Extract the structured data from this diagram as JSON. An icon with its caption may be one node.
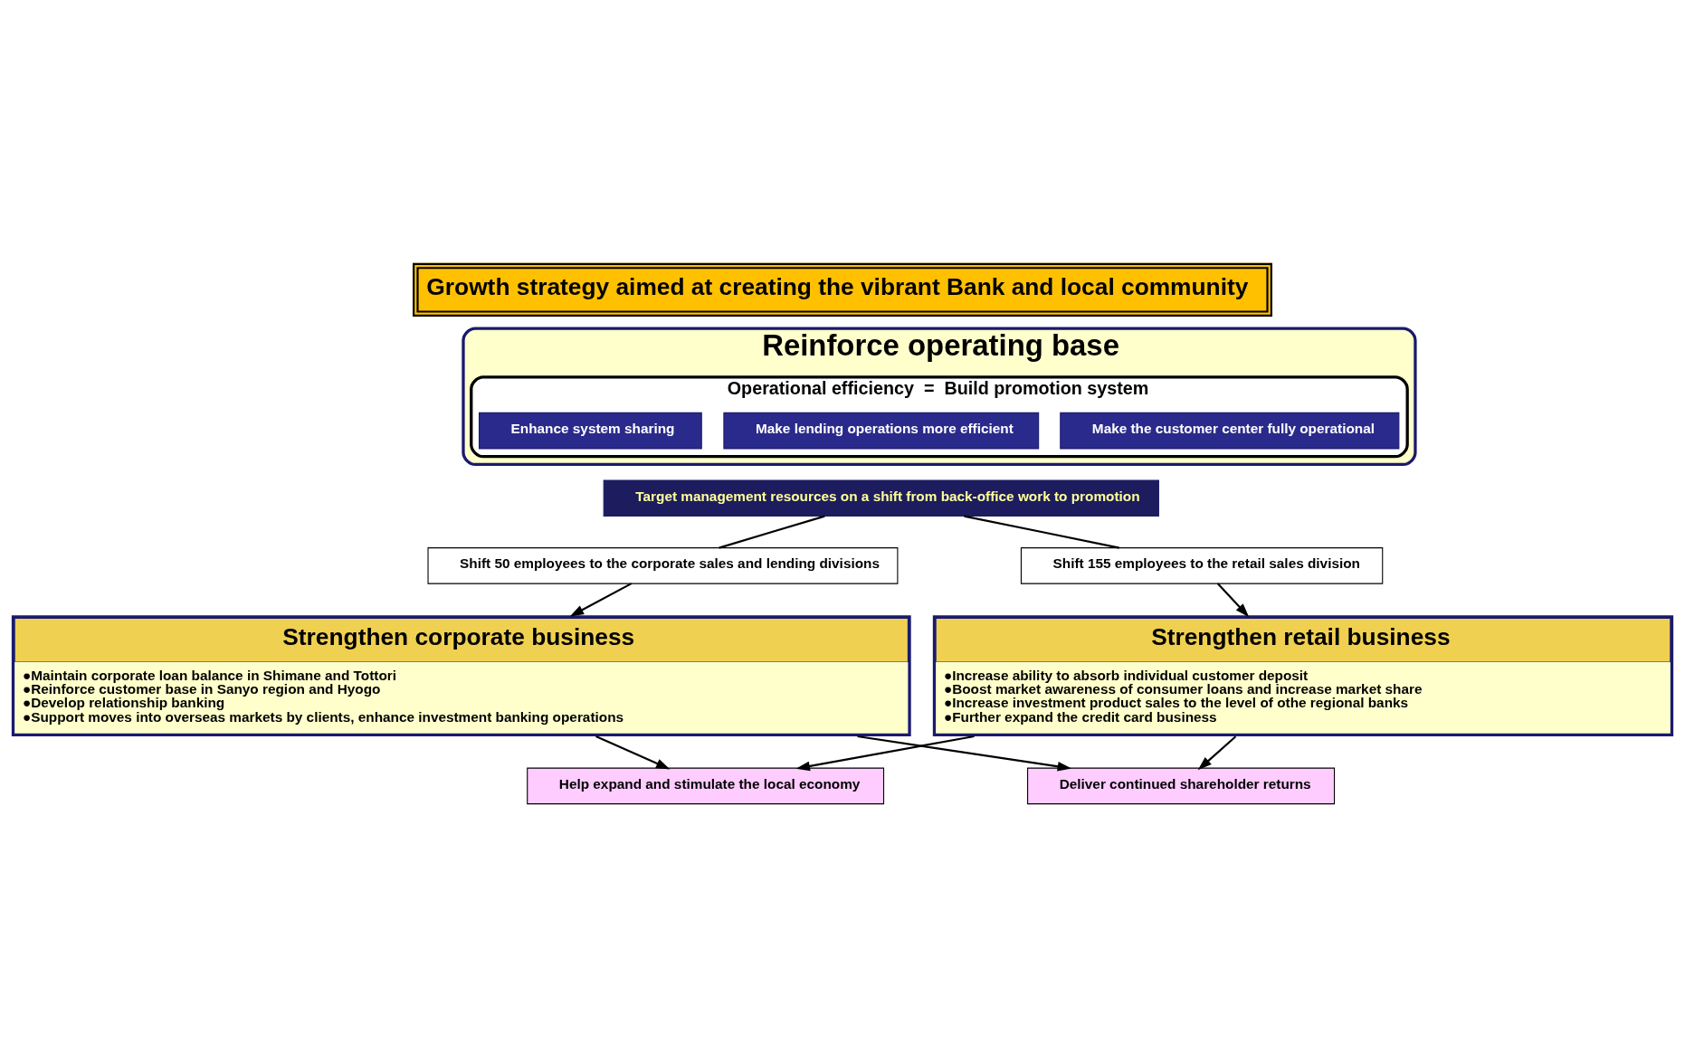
{
  "diagram": {
    "title": "Growth strategy aimed at creating the vibrant Bank and local community",
    "nodes": [
      {
        "text": [
          "Reinforce operating base"
        ]
      },
      {
        "text": [
          "Operational efficiency  =  Build promotion system"
        ],
        "in": 0
      },
      {
        "text": [
          "Enhance system sharing"
        ],
        "in": 1
      },
      {
        "text": [
          "Make lending operations more efficient"
        ],
        "in": 1
      },
      {
        "text": [
          "Make the customer center fully operational"
        ],
        "in": 1
      },
      {
        "text": [
          "Target management resources on a shift from back-office work to promotion"
        ]
      },
      {
        "text": [
          "Shift 50 employees to the corporate sales and lending divisions"
        ]
      },
      {
        "text": [
          "Shift 155 employees to the retail sales division"
        ]
      },
      {
        "text": [
          "Strengthen corporate business",
          "●Maintain corporate loan balance in Shimane and Tottori",
          "●Reinforce customer base in Sanyo region and Hyogo",
          "●Develop relationship banking",
          "●Support moves into overseas markets by clients, enhance investment banking operations"
        ]
      },
      {
        "text": [
          "Strengthen retail business",
          "●Increase ability to absorb individual customer deposit",
          "●Boost market awareness of consumer loans and increase market share",
          "●Increase investment product sales to the level of othe regional banks",
          "●Further expand the credit card business"
        ]
      },
      {
        "text": [
          "Help expand and stimulate the local economy"
        ]
      },
      {
        "text": [
          "Deliver continued shareholder returns"
        ]
      }
    ],
    "edges": [
      {
        "from": 5,
        "to": 6,
        "arrow": "none"
      },
      {
        "from": 5,
        "to": 7,
        "arrow": "none"
      },
      {
        "from": 6,
        "to": 8,
        "arrow": "to"
      },
      {
        "from": 7,
        "to": 9,
        "arrow": "to"
      },
      {
        "from": 8,
        "to": 10,
        "arrow": "to"
      },
      {
        "from": 8,
        "to": 11,
        "arrow": "to"
      },
      {
        "from": 9,
        "to": 10,
        "arrow": "to"
      },
      {
        "from": 9,
        "to": 11,
        "arrow": "to"
      }
    ]
  }
}
